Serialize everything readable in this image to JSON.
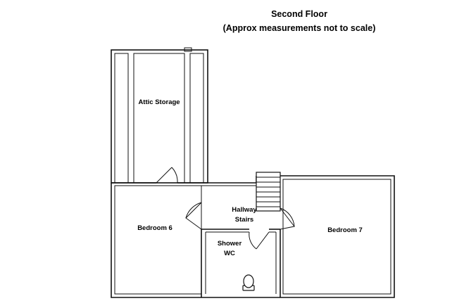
{
  "header": {
    "title_line1": "Second Floor",
    "title_line2": "(Approx measurements not to scale)"
  },
  "rooms": {
    "attic_storage": "Attic Storage",
    "bedroom_6": "Bedroom 6",
    "bedroom_7": "Bedroom 7",
    "hallway": "Hallway",
    "stairs": "Stairs",
    "shower": "Shower",
    "wc": "WC"
  }
}
